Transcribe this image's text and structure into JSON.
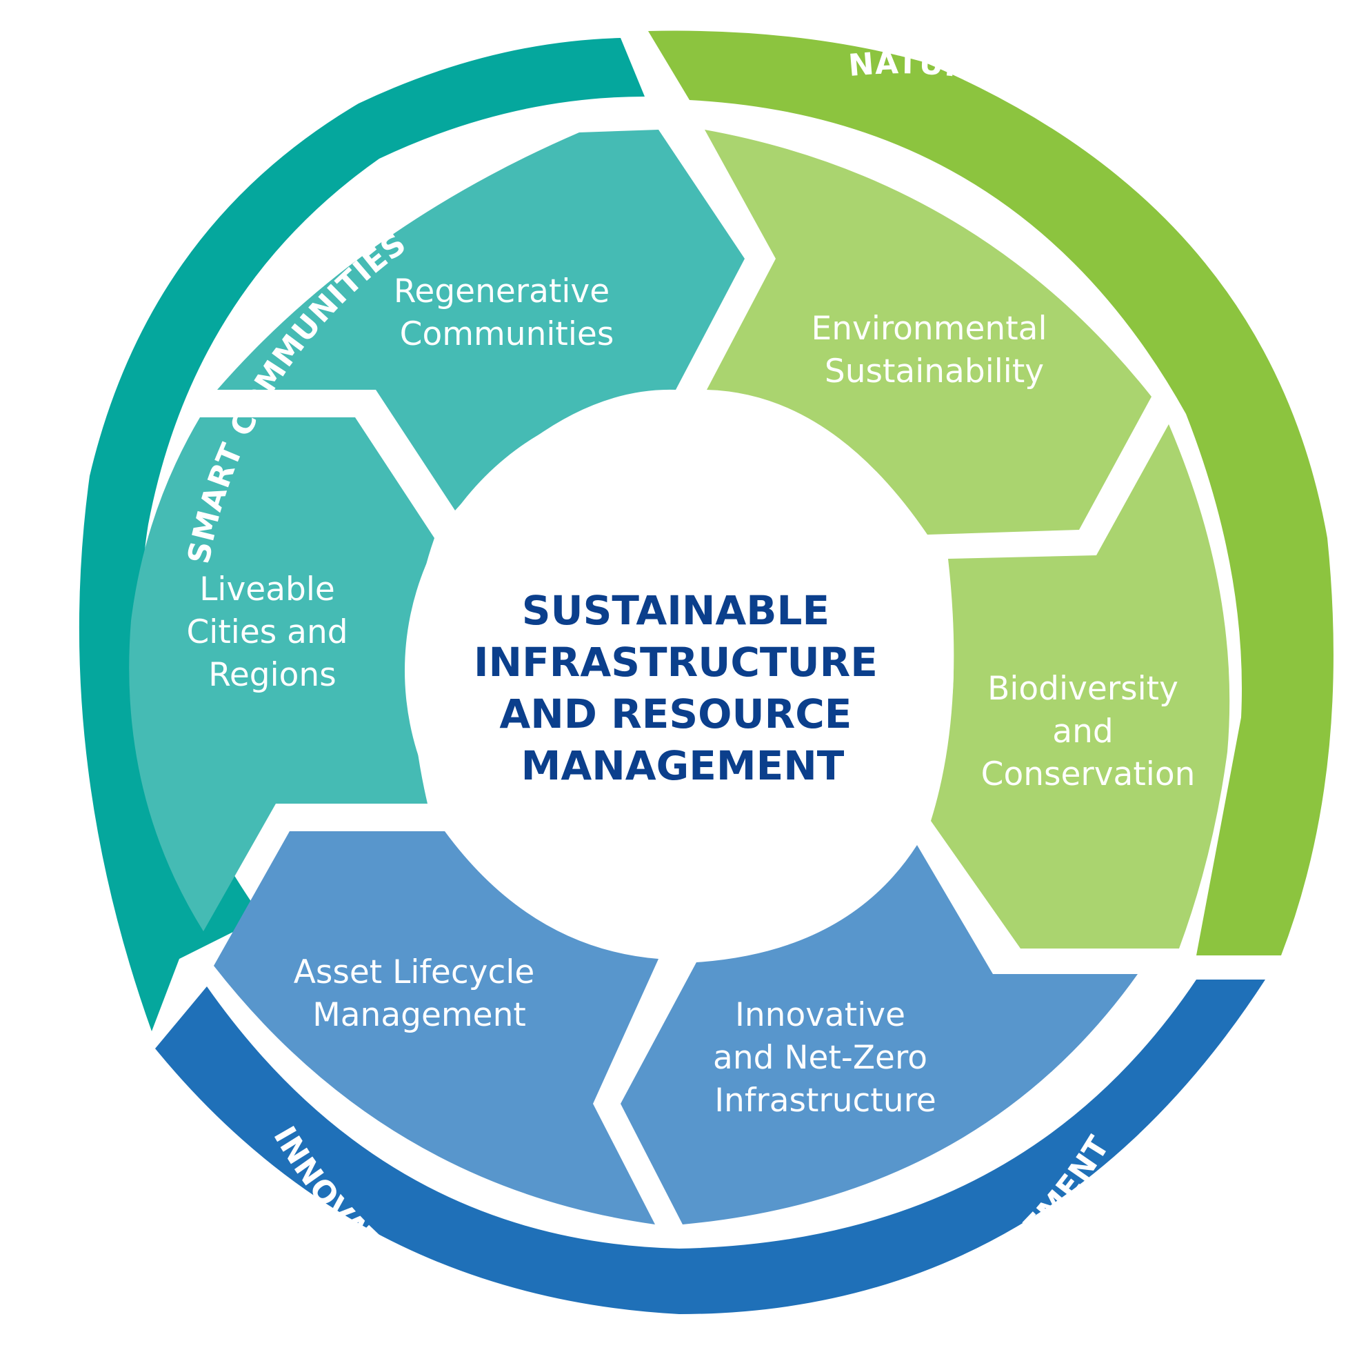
{
  "colors": {
    "teal_ring": "#05a79d",
    "teal_segment": "#45bbb4",
    "green_ring": "#8cc43f",
    "green_segment": "#aad46f",
    "blue_ring": "#1f70b8",
    "blue_segment": "#5896cc",
    "center_text": "#0b3f8c",
    "background": "#ffffff"
  },
  "center": {
    "lines": [
      "SUSTAINABLE",
      "INFRASTRUCTURE",
      "AND RESOURCE",
      "MANAGEMENT"
    ]
  },
  "rings": {
    "smart": {
      "label": "SMART COMMUNITIES"
    },
    "natural": {
      "label": "NATURAL RESOURCES AND ENVIRONMENTAL RESILIENCE"
    },
    "innovative": {
      "label": "INNOVATIVE INFRASTRUCTURE AND ASSET MANAGEMENT"
    }
  },
  "segments": {
    "regenerative": {
      "lines": [
        "Regenerative",
        "Communities"
      ]
    },
    "environmental": {
      "lines": [
        "Environmental",
        "Sustainability"
      ]
    },
    "biodiversity": {
      "lines": [
        "Biodiversity",
        "and",
        "Conservation"
      ]
    },
    "innovative_netzero": {
      "lines": [
        "Innovative",
        "and Net-Zero",
        "Infrastructure"
      ]
    },
    "asset_lifecycle": {
      "lines": [
        "Asset Lifecycle",
        "Management"
      ]
    },
    "liveable": {
      "lines": [
        "Liveable",
        "Cities and",
        "Regions"
      ]
    }
  }
}
